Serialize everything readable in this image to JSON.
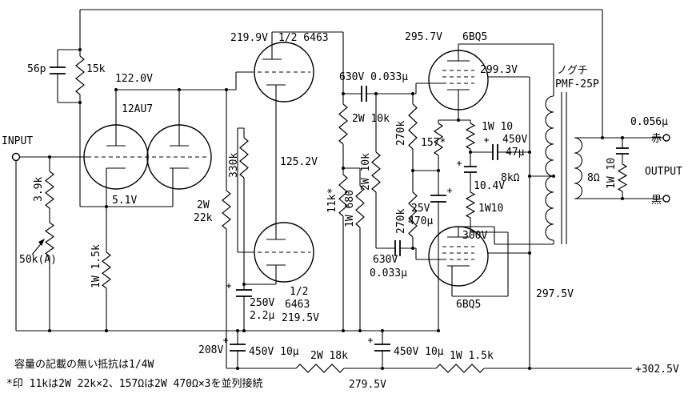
{
  "io": {
    "input": "INPUT",
    "output": "OUTPUT",
    "red": "赤",
    "black": "黒"
  },
  "tubes": {
    "v1": "12AU7",
    "v2_top": "1/2 6463",
    "v2_bot_a": "1/2",
    "v2_bot_b": "6463",
    "v3_top": "6BQ5",
    "v3_bot": "6BQ5"
  },
  "transformer": {
    "maker": "ノグチ",
    "model": "PMF-25P",
    "primary_z": "8kΩ",
    "secondary_z": "8Ω"
  },
  "voltages": {
    "in_plate": "122.0V",
    "in_cathode": "5.1V",
    "drv_top_plate": "219.9V",
    "drv_mid": "125.2V",
    "drv_bot_cathode": "219.5V",
    "out_top_plate": "295.7V",
    "out_top_screen": "299.3V",
    "out_cathode": "10.4V",
    "out_bot_plate": "300V",
    "out_bot_screen": "297.5V",
    "b1": "208V",
    "b2": "279.5V",
    "b3": "+302.5V"
  },
  "parts": {
    "c_fb": "56p",
    "r_fb": "15k",
    "r_grid_in": "3.9k",
    "pot": "50k(A)",
    "r_cath_in": "1W 1.5k",
    "r_plate_in_1": "2W",
    "r_plate_in_2": "22k",
    "r_grid_drv": "330k",
    "c_cath_drv_1": "250V",
    "c_cath_drv_2": "2.2μ",
    "c_couple_top": "630V 0.033μ",
    "r_10k_top": "2W 10k",
    "r_11k": "11k*",
    "r_680": "1W 680",
    "r_10k_v": "2W 10k",
    "r_270k_top": "270k",
    "r_270k_bot": "270k",
    "r_157": "157*",
    "c_470_1": "25V",
    "c_470_2": "470μ",
    "r_10_top": "1W 10",
    "c_47_1": "450V",
    "c_47_2": "47μ",
    "r_10_bot": "1W10",
    "c_couple_bot_1": "630V",
    "c_couple_bot_2": "0.033μ",
    "c_filter_1": "450V 10μ",
    "r_18k": "2W 18k",
    "c_filter_2": "450V 10μ",
    "r_1_5k_b": "1W 1.5k",
    "c_zobel": "0.056μ",
    "r_zobel": "1W 10"
  },
  "notes": {
    "line1": "容量の記載の無い抵抗は1/4W",
    "line2": "*印 11kは2W 22k×2、157Ωは2W 470Ω×3を並列接続"
  }
}
